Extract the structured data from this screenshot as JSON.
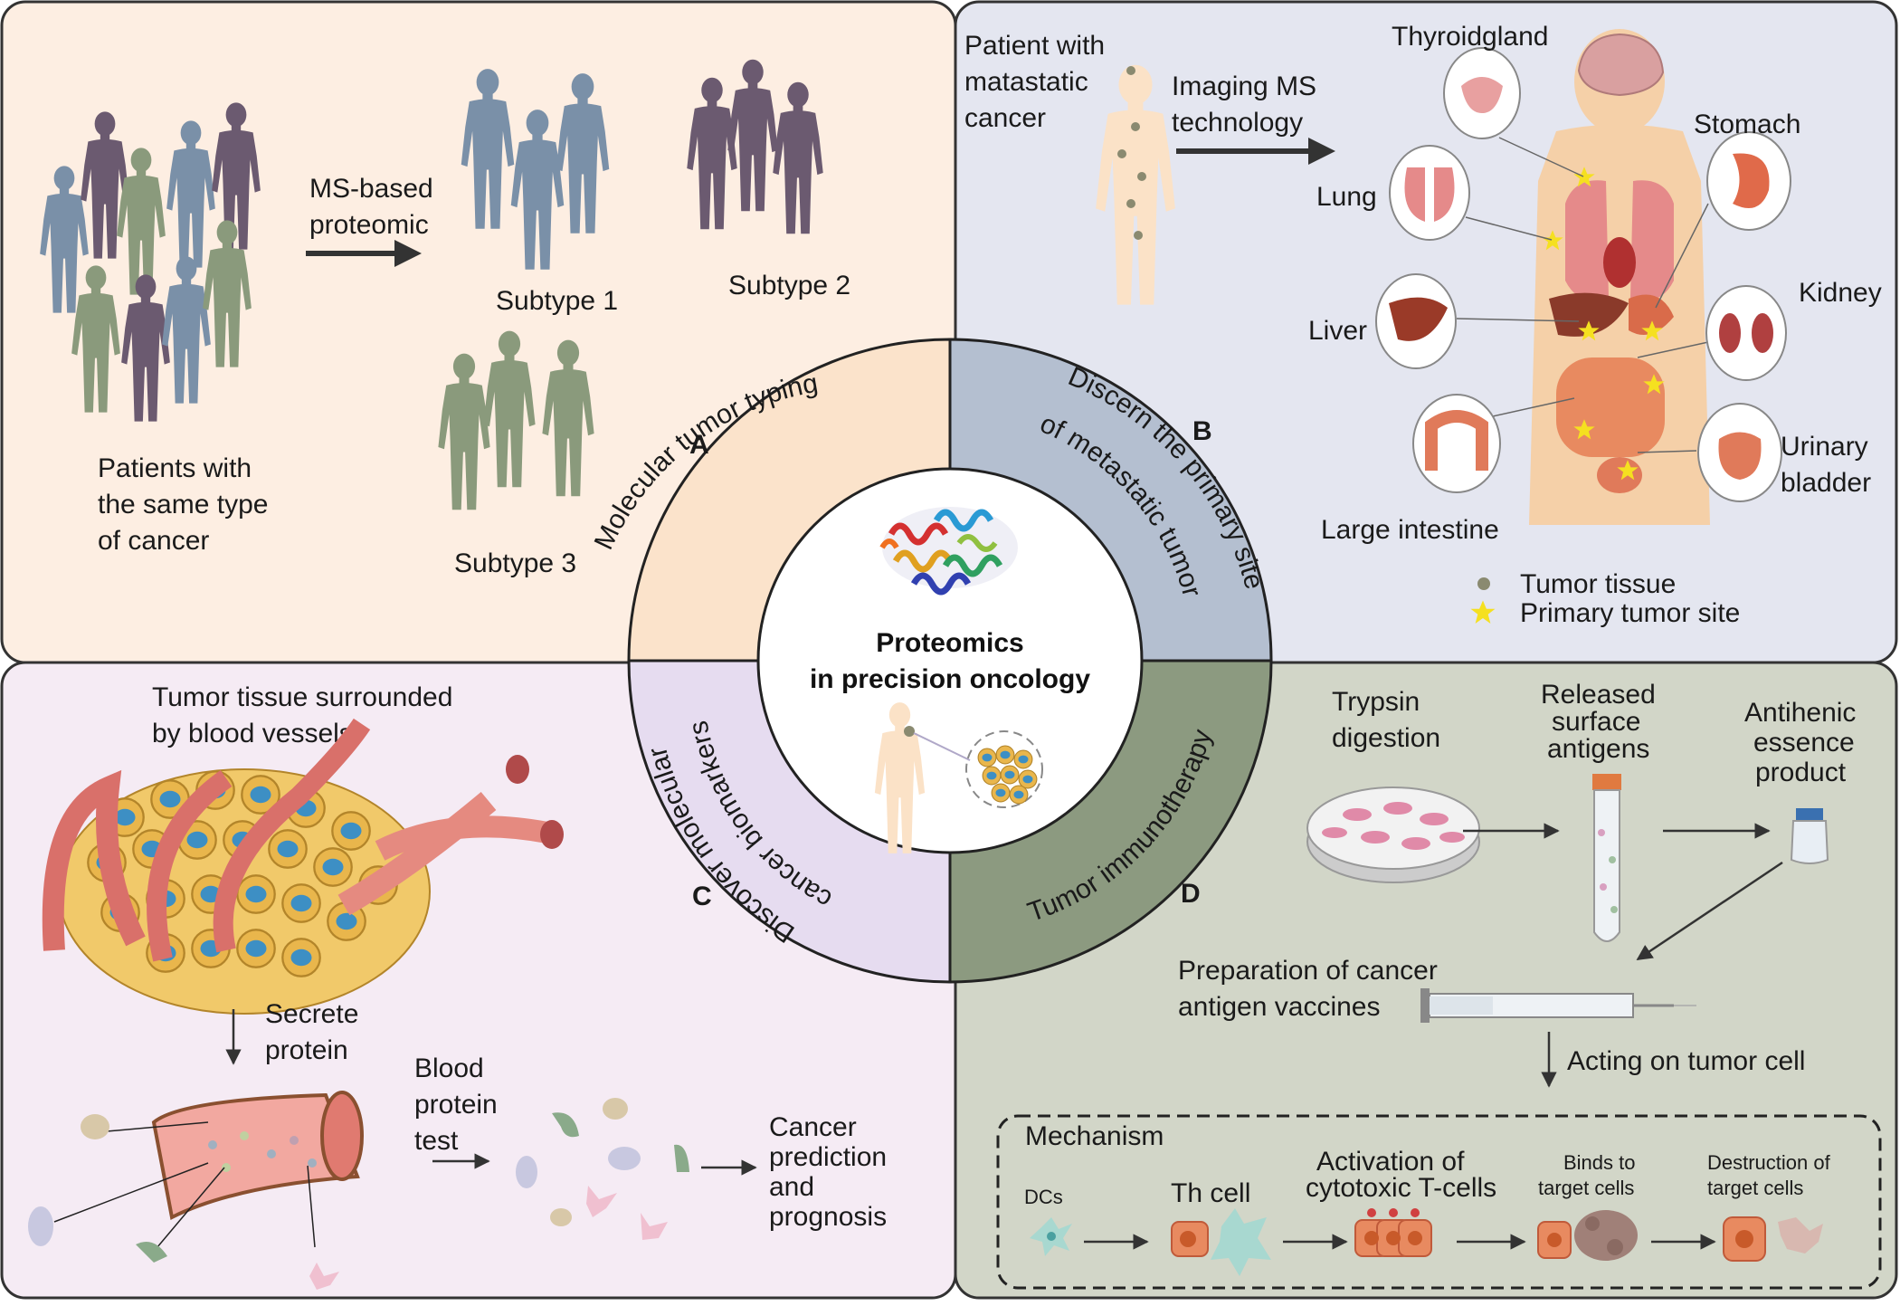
{
  "colors": {
    "panel_a": "#fdeee2",
    "panel_b": "#e4e6f0",
    "panel_c": "#f5ebf4",
    "panel_d": "#d2d6c8",
    "ring_a": "#fbe3cb",
    "ring_b": "#b4bfd0",
    "ring_c": "#e6dcf0",
    "ring_d": "#8c9a80",
    "figure_blue": "#7a90a8",
    "figure_purple": "#6b5a70",
    "figure_green": "#8a9a7c",
    "body_skin": "#f5d0a8",
    "star": "#f5e020",
    "arrow": "#333333"
  },
  "center": {
    "title_line1": "Proteomics",
    "title_line2": "in precision oncology"
  },
  "ring": {
    "a": {
      "badge": "A",
      "label": "Molecular tumor typing"
    },
    "b": {
      "badge": "B",
      "label_outer": "Discern the primary site",
      "label_inner": "of metastatic tumor"
    },
    "c": {
      "badge": "C",
      "label_outer": "Discover molecular",
      "label_inner": "cancer biomarkers"
    },
    "d": {
      "badge": "D",
      "label": "Tumor immunotherapy"
    }
  },
  "panel_a": {
    "patients_line1": "Patients with",
    "patients_line2": "the same type",
    "patients_line3": "of cancer",
    "method_line1": "MS-based",
    "method_line2": "proteomic",
    "subtype1": "Subtype 1",
    "subtype2": "Subtype 2",
    "subtype3": "Subtype 3"
  },
  "panel_b": {
    "patient_line1": "Patient with",
    "patient_line2": "matastatic",
    "patient_line3": "cancer",
    "imaging_line1": "Imaging MS",
    "imaging_line2": "technology",
    "organs": {
      "thyroid": "Thyroidgland",
      "stomach": "Stomach",
      "lung": "Lung",
      "kidney": "Kidney",
      "liver": "Liver",
      "bladder_line1": "Urinary",
      "bladder_line2": "bladder",
      "intestine": "Large intestine"
    },
    "legend_tissue": "Tumor tissue",
    "legend_primary": "Primary tumor site"
  },
  "panel_c": {
    "tissue_line1": "Tumor tissue surrounded",
    "tissue_line2": "by blood vessels",
    "secrete_line1": "Secrete",
    "secrete_line2": "protein",
    "blood_line1": "Blood",
    "blood_line2": "protein",
    "blood_line3": "test",
    "outcome_line1": "Cancer",
    "outcome_line2": "prediction",
    "outcome_line3": "and",
    "outcome_line4": "prognosis"
  },
  "panel_d": {
    "trypsin_line1": "Trypsin",
    "trypsin_line2": "digestion",
    "released_line1": "Released",
    "released_line2": "surface",
    "released_line3": "antigens",
    "product_line1": "Antihenic",
    "product_line2": "essence",
    "product_line3": "product",
    "prep_line1": "Preparation of cancer",
    "prep_line2": "antigen vaccines",
    "acting": "Acting on tumor cell",
    "mechanism": {
      "title": "Mechanism",
      "dcs": "DCs",
      "th": "Th cell",
      "act_line1": "Activation of",
      "act_line2": "cytotoxic T-cells",
      "binds_line1": "Binds to",
      "binds_line2": "target cells",
      "destr_line1": "Destruction of",
      "destr_line2": "target cells"
    }
  }
}
